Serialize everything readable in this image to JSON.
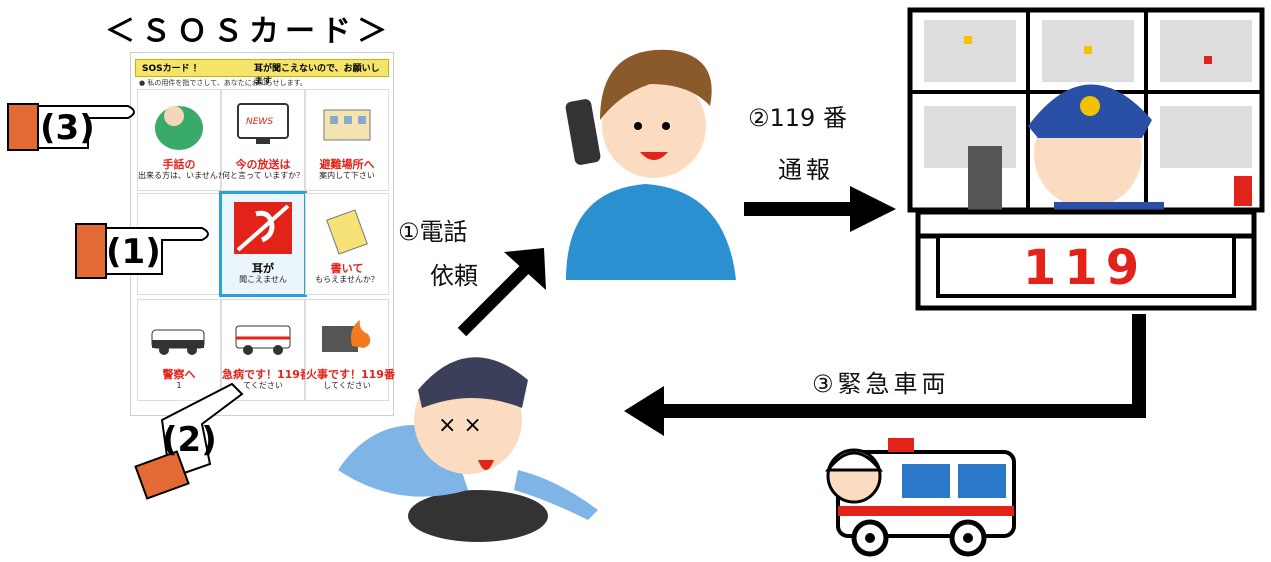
{
  "title": "＜ＳＯＳカード＞",
  "card": {
    "header_left": "SOSカード ！",
    "header_right": "耳が聞こえないので、お願いします",
    "subheader": "● 私の用件を指でさして、あなたにお知らせします。",
    "cells": [
      {
        "title": "手話の",
        "text": "出来る方は、いませんか？"
      },
      {
        "title": "今の放送は",
        "text": "何と言って いますか？"
      },
      {
        "title": "避難場所へ",
        "text": "案内して下さい"
      },
      {
        "title": "",
        "text": ""
      },
      {
        "title": "耳が",
        "text": "聞こえません"
      },
      {
        "title": "書いて",
        "text": "もらえませんか？"
      },
      {
        "title": "警察へ",
        "text": "1"
      },
      {
        "title": "急病です！119番",
        "text": "てください"
      },
      {
        "title": "火事です！119番",
        "text": "してください"
      }
    ],
    "tv_label": "NEWS"
  },
  "hands": [
    {
      "number": "(3)"
    },
    {
      "number": "(1)"
    },
    {
      "number": "(2)"
    }
  ],
  "steps": {
    "step1_line1": "①電話",
    "step1_line2": "依頼",
    "step2_line1": "②119 番",
    "step2_line2": "通報",
    "step3": "③緊急車両"
  },
  "dispatch_label": "119",
  "colors": {
    "arrow": "#000000",
    "accent_red": "#e2231a",
    "card_header": "#f5e46a",
    "center_cell_border": "#2aa1d8",
    "hand_cuff": "#e46a35"
  }
}
